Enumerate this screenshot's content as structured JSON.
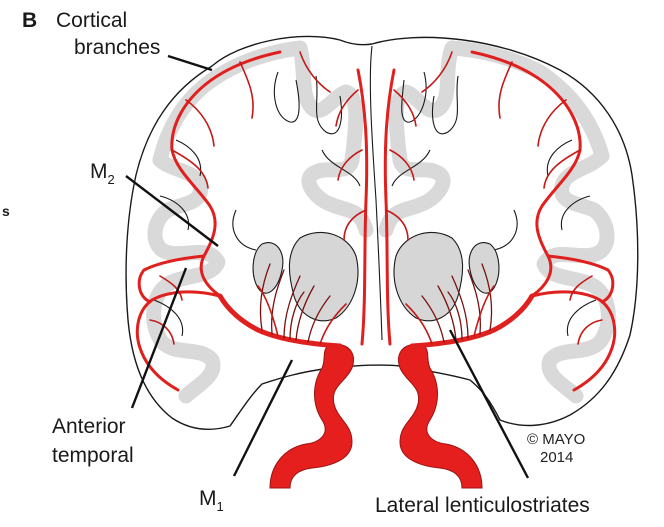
{
  "figure": {
    "panel_letter": "B",
    "labels": {
      "cortical_line1": "Cortical",
      "cortical_line2": "branches",
      "m2_main": "M",
      "m2_sub": "2",
      "anterior_line1": "Anterior",
      "anterior_line2": "temporal",
      "m1_main": "M",
      "m1_sub": "1",
      "lateral": "Lateral lenticulostriates"
    },
    "copyright_line1": "© MAYO",
    "copyright_line2": "2014",
    "margin_glyph": "s"
  },
  "colors": {
    "artery": "#e41f1d",
    "cortex_gray": "#d6d6d6",
    "outline": "#1a1a1a"
  }
}
